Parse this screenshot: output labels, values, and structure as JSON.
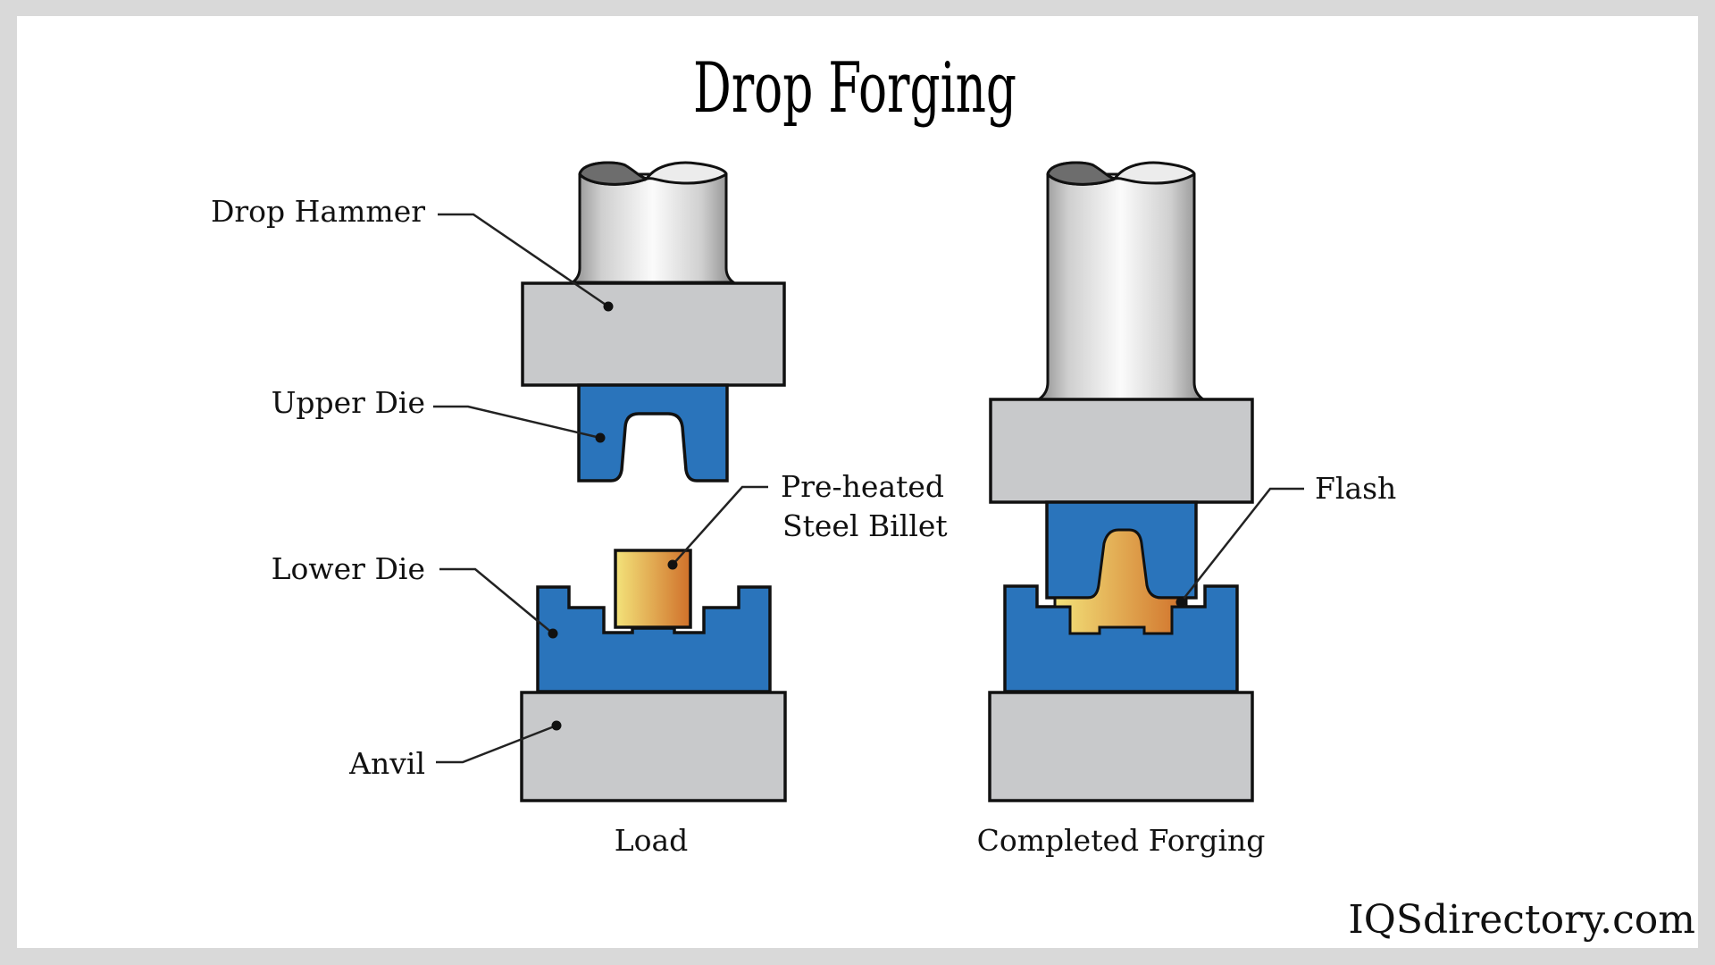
{
  "title": "Drop Forging",
  "colors": {
    "steel_gray": "#c8c9cb",
    "die_blue": "#2a74bb",
    "billet_light": "#f3e37a",
    "billet_dark": "#d0702a",
    "outline": "#111111",
    "border": "#d9d9d9"
  },
  "stages": [
    {
      "caption": "Load",
      "labels": {
        "drop_hammer": "Drop Hammer",
        "upper_die": "Upper Die",
        "lower_die": "Lower Die",
        "anvil": "Anvil",
        "billet_line1": "Pre-heated",
        "billet_line2": "Steel Billet"
      }
    },
    {
      "caption": "Completed Forging",
      "labels": {
        "flash": "Flash"
      }
    }
  ],
  "brand": "IQSdirectory.com"
}
